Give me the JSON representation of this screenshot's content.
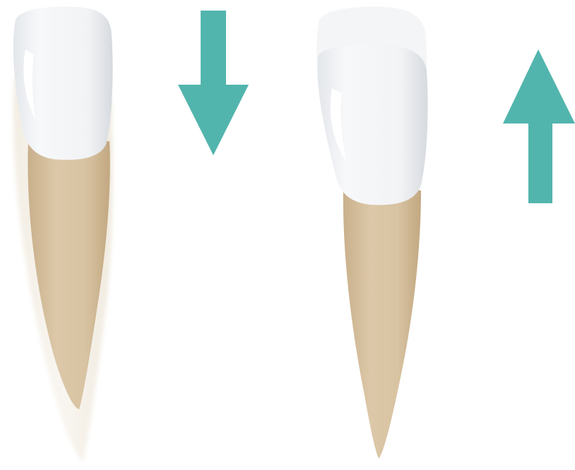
{
  "colors": {
    "background": "#ffffff",
    "arrow": "#52b5ad",
    "enamel": "#f1f3f5",
    "enamel_shade": "#dde1e6",
    "enamel_highlight": "#ffffff",
    "root": "#d9c4a3",
    "root_shade": "#c9b08c",
    "ghost": "#f4efe6"
  },
  "figure": {
    "panels": [
      {
        "name": "left-tooth",
        "arrow_direction": "down",
        "arrow_icon": "arrow-down-icon"
      },
      {
        "name": "right-tooth",
        "arrow_direction": "up",
        "arrow_icon": "arrow-up-icon"
      }
    ]
  }
}
